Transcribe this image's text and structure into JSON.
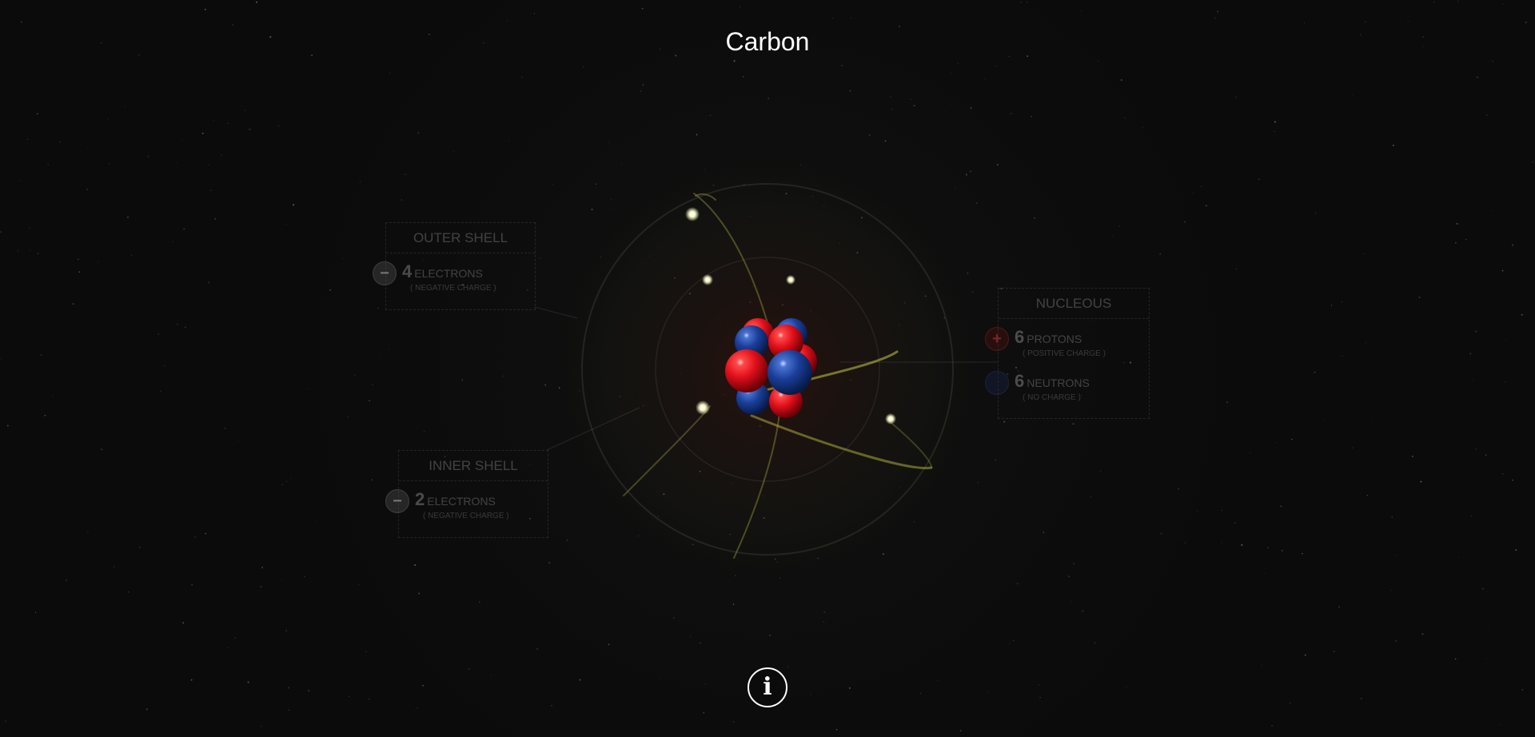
{
  "element": {
    "name": "Carbon"
  },
  "outer_shell": {
    "title": "OUTER SHELL",
    "badge": "−",
    "count": "4",
    "unit": "ELECTRONS",
    "note": "( NEGATIVE CHARGE )"
  },
  "inner_shell": {
    "title": "INNER SHELL",
    "badge": "−",
    "count": "2",
    "unit": "ELECTRONS",
    "note": "( NEGATIVE CHARGE )"
  },
  "nucleus": {
    "title": "NUCLEOUS",
    "protons": {
      "badge": "+",
      "count": "6",
      "unit": "PROTONS",
      "note": "( POSITIVE CHARGE )"
    },
    "neutrons": {
      "count": "6",
      "unit": "NEUTRONS",
      "note": "( NO CHARGE )"
    }
  },
  "info_button": {
    "label": "i"
  },
  "colors": {
    "background": "#0b0b0b",
    "proton": "#e0101a",
    "neutron": "#1a3f9a",
    "electron": "#f4f7c8",
    "orbit": "#8a8a3a"
  }
}
